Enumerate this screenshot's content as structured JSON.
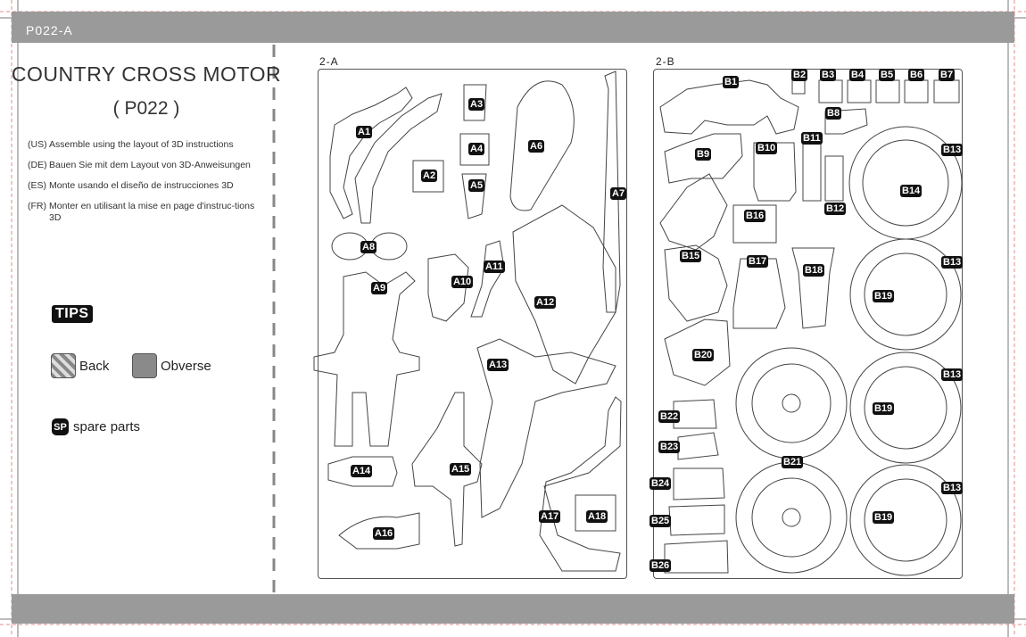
{
  "header": {
    "code": "P022-A"
  },
  "intro": {
    "title": "COUNTRY CROSS MOTOR",
    "subtitle": "( P022 )",
    "instructions": [
      {
        "code": "(US)",
        "text": "Assemble using the layout of 3D instructions"
      },
      {
        "code": "(DE)",
        "text": "Bauen Sie mit dem Layout von 3D-Anweisungen"
      },
      {
        "code": "(ES)",
        "text": "Monte usando el diseño de instrucciones 3D"
      },
      {
        "code": "(FR)",
        "text": "Monter en utilisant la mise en page d'instruc-tions 3D"
      }
    ]
  },
  "tips": {
    "label": "TIPS",
    "back_label": "Back",
    "obverse_label": "Obverse",
    "spare_badge": "SP",
    "spare_label": "spare parts"
  },
  "sheets": {
    "a": {
      "label": "2-A",
      "parts": [
        "A1",
        "A2",
        "A3",
        "A4",
        "A5",
        "A6",
        "A7",
        "A8",
        "A9",
        "A10",
        "A11",
        "A12",
        "A13",
        "A14",
        "A15",
        "A16",
        "A17",
        "A18"
      ]
    },
    "b": {
      "label": "2-B",
      "parts": [
        "B1",
        "B2",
        "B3",
        "B4",
        "B5",
        "B6",
        "B7",
        "B8",
        "B9",
        "B10",
        "B11",
        "B12",
        "B13",
        "B14",
        "B15",
        "B16",
        "B17",
        "B18",
        "B19",
        "B20",
        "B21",
        "B22",
        "B23",
        "B24",
        "B25",
        "B26",
        "B13",
        "B19",
        "B13",
        "B19",
        "B13"
      ]
    }
  },
  "colors": {
    "bar": "#9a9a9a",
    "guide": "#e58a8a",
    "label_bg": "#111111"
  }
}
